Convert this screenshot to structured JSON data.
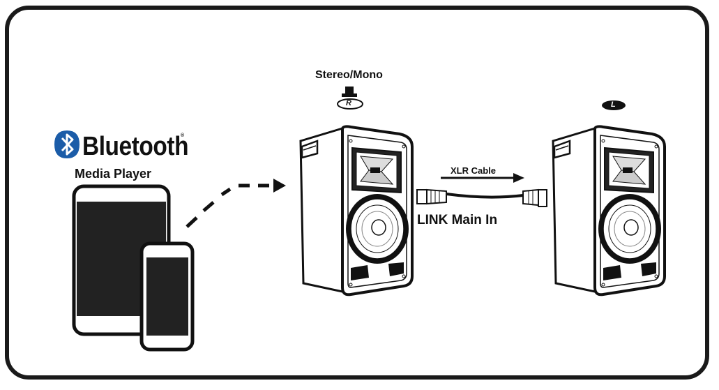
{
  "bluetooth": {
    "brand": "Bluetooth",
    "registered": "®",
    "subtitle": "Media Player"
  },
  "switch_label": "Stereo/Mono",
  "badges": {
    "right": "R",
    "left": "L"
  },
  "cable": {
    "name": "XLR Cable",
    "connection": "LINK Main In"
  },
  "colors": {
    "ink": "#111111",
    "frame": "#1a1a1a",
    "background": "#ffffff"
  },
  "icons": [
    "bluetooth-icon",
    "tablet-icon",
    "phone-icon",
    "speaker-icon",
    "xlr-connector-icon",
    "switch-icon"
  ]
}
